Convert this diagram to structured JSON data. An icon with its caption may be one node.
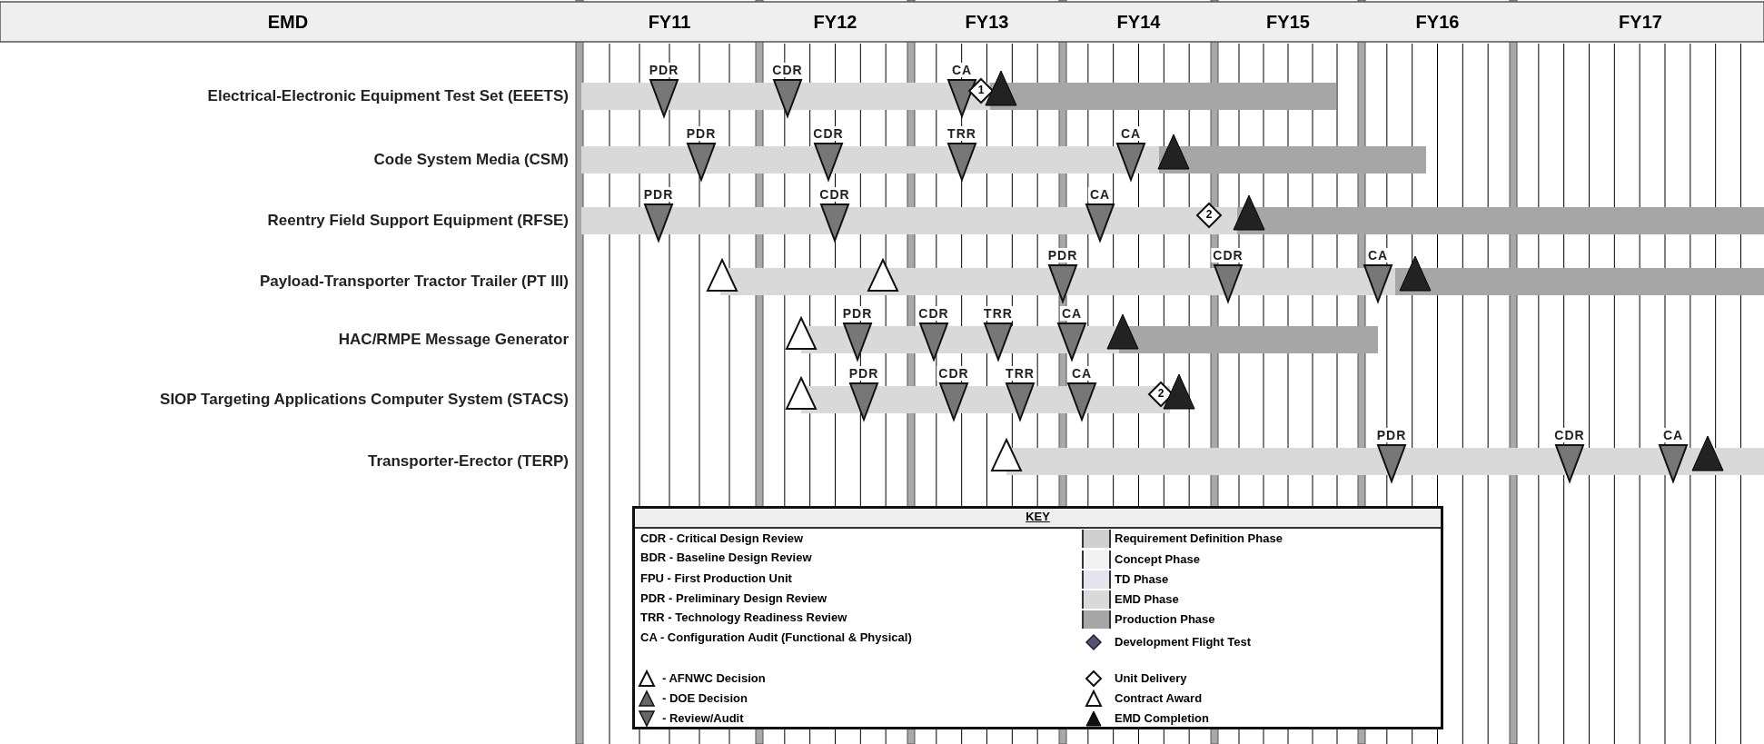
{
  "diagram": {
    "labels": [
      "EMD",
      "FY11",
      "FY12",
      "FY13",
      "FY14",
      "FY15",
      "FY16",
      "FY17",
      "Electrical-Electronic Equipment Test Set (EEETS)",
      "PDR",
      "CDR",
      "CA",
      "1",
      "Code System Media (CSM)",
      "PDR",
      "CDR",
      "TRR",
      "CA",
      "Reentry Field Support Equipment (RFSE)",
      "PDR",
      "CDR",
      "CA",
      "2",
      "Payload-Transporter Tractor Trailer (PT III)",
      "PDR",
      "CDR",
      "CA",
      "HAC/RMPE Message Generator",
      "PDR",
      "CDR",
      "TRR",
      "CA",
      "SIOP Targeting Applications Computer System (STACS)",
      "PDR",
      "CDR",
      "TRR",
      "CA",
      "2",
      "Transporter-Erector (TERP)",
      "PDR",
      "CDR",
      "CA",
      "KEY",
      "CDR - Critical Design Review",
      "BDR - Baseline Design Review",
      "FPU - First Production Unit",
      "PDR - Preliminary Design Review",
      "TRR - Technology Readiness Review",
      "CA - Configuration Audit (Functional & Physical)"
    ],
    "legend": [
      {
        "text": "Requirement Definition Phase",
        "color": "#cfcfcf"
      },
      {
        "text": "Concept Phase",
        "color": "#f2f2f2"
      },
      {
        "text": "TD Phase",
        "color": "#e6e2ee"
      },
      {
        "text": "EMD Phase",
        "color": "#d9d9d9"
      },
      {
        "text": "Production Phase",
        "color": "#a6a6a6"
      },
      {
        "text": "Development Flight Test"
      },
      {
        "text": "- AFNWC Decision"
      },
      {
        "text": "Unit Delivery"
      },
      {
        "text": "- DOE Decision"
      },
      {
        "text": "Contract Award"
      },
      {
        "text": "- Review/Audit"
      },
      {
        "text": "EMD Completion"
      }
    ]
  }
}
